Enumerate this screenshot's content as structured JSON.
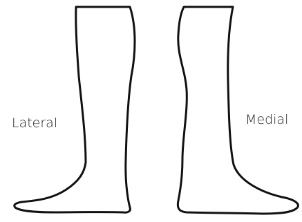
{
  "labels": {
    "lateral": "Lateral",
    "medial": "Medial"
  },
  "figure": {
    "views": [
      "lateral-view",
      "medial-view"
    ]
  },
  "colors": {
    "outline": "#111111",
    "text": "#222222",
    "background": "#ffffff"
  }
}
